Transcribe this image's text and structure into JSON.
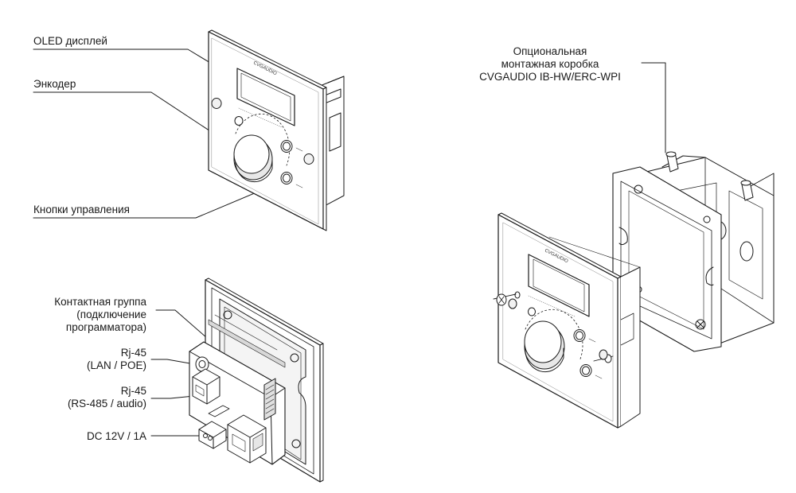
{
  "callouts": {
    "oled": "OLED дисплей",
    "encoder": "Энкодер",
    "buttons": "Кнопки управления",
    "contact_line1": "Контактная группа",
    "contact_line2": "(подключение",
    "contact_line3": "программатора)",
    "rj45_lan_line1": "Rj-45",
    "rj45_lan_line2": "(LAN / POE)",
    "rj45_rs_line1": "Rj-45",
    "rj45_rs_line2": "(RS-485 / audio)",
    "dc": "DC 12V / 1A",
    "box_line1": "Опциональная",
    "box_line2": "монтажная коробка",
    "box_line3": "CVGAUDIO IB-HW/ERC-WPI"
  },
  "device": {
    "logo": "CVGAUDIO"
  },
  "colors": {
    "stroke": "#1a1a1a",
    "fill": "#ffffff",
    "shade": "#e6e6e6",
    "dark": "#555555"
  }
}
